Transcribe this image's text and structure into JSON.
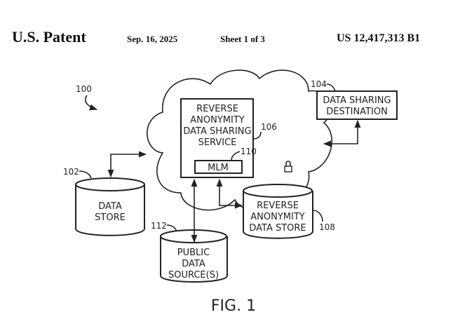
{
  "header": {
    "title": "U.S. Patent",
    "date": "Sep. 16, 2025",
    "sheet": "Sheet 1 of 3",
    "patent_number": "US 12,417,313 B1"
  },
  "figure": {
    "caption": "FIG. 1",
    "system_ref": "100",
    "components": {
      "data_store": {
        "ref": "102",
        "lines": [
          "DATA",
          "STORE"
        ]
      },
      "destination": {
        "ref": "104",
        "lines": [
          "DATA SHARING",
          "DESTINATION"
        ]
      },
      "service": {
        "ref": "106",
        "lines": [
          "REVERSE",
          "ANONYMITY",
          "DATA SHARING",
          "SERVICE"
        ]
      },
      "ra_store": {
        "ref": "108",
        "lines": [
          "REVERSE",
          "ANONYMITY",
          "DATA STORE"
        ]
      },
      "mlm": {
        "ref": "110",
        "label": "MLM"
      },
      "public": {
        "ref": "112",
        "lines": [
          "PUBLIC",
          "DATA",
          "SOURCE(S)"
        ]
      }
    },
    "icons": [
      "lock-icon"
    ]
  }
}
